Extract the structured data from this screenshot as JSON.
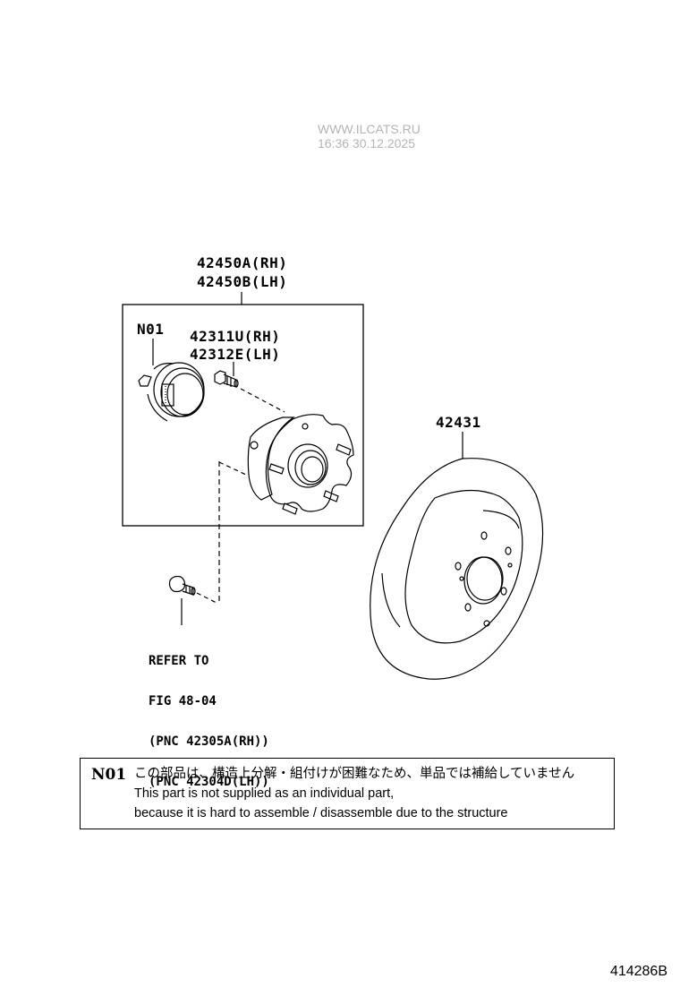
{
  "watermark": {
    "site": "WWW.ILCATS.RU",
    "timestamp": "16:36 30.12.2025"
  },
  "diagram": {
    "assembly_box": {
      "part_numbers": [
        "42450A(RH)",
        "42450B(LH)"
      ]
    },
    "parts": [
      {
        "id": "n01",
        "label": "N01",
        "description": "sensor/seal component (not supplied individually)"
      },
      {
        "id": "hub-bolt",
        "labels": [
          "42311U(RH)",
          "42312E(LH)"
        ],
        "description": "hub bolt"
      },
      {
        "id": "hub-bearing",
        "description": "rear axle hub & bearing assembly"
      },
      {
        "id": "brake-disc",
        "label": "42431",
        "description": "rear brake disc"
      },
      {
        "id": "mount-bolt",
        "description": "hub mounting bolt"
      }
    ],
    "reference_note": {
      "lines": [
        "REFER TO",
        "FIG 48-04",
        "(PNC 42305A(RH))",
        "(PNC 42304D(LH))"
      ]
    }
  },
  "notes": [
    {
      "code": "N01",
      "lines": [
        "この部品は、構造上分解・組付けが困難なため、単品では補給していません",
        "This part is not supplied as an individual part,",
        "because it is hard to assemble / disassemble due to the structure"
      ]
    }
  ],
  "figure_id": "414286B",
  "colors": {
    "line": "#000000",
    "background": "#ffffff",
    "watermark": "#b4b4b4"
  }
}
